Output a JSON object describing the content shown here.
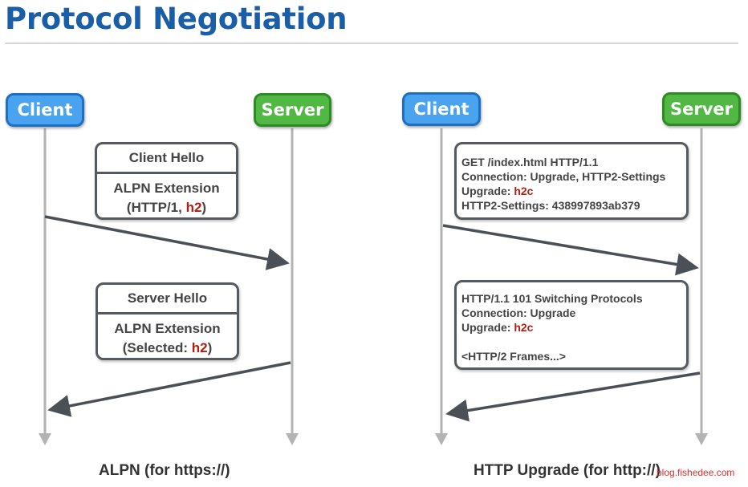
{
  "title": "Protocol Negotiation",
  "colors": {
    "title": "#1a5ea8",
    "client": "#4aa3ee",
    "server": "#52b844",
    "highlight": "#b02010",
    "arrow": "#4b5057",
    "lifeline": "#b3b3b3"
  },
  "alpn": {
    "client_label": "Client",
    "server_label": "Server",
    "client_hello": {
      "header": "Client Hello",
      "line1": "ALPN Extension",
      "line2_prefix": "(HTTP/1, ",
      "line2_highlight": "h2",
      "line2_suffix": ")"
    },
    "server_hello": {
      "header": "Server Hello",
      "line1": "ALPN Extension",
      "line2_prefix": "(Selected: ",
      "line2_highlight": "h2",
      "line2_suffix": ")"
    },
    "caption": "ALPN (for https://)"
  },
  "upgrade": {
    "client_label": "Client",
    "server_label": "Server",
    "request": {
      "line1": "GET /index.html HTTP/1.1",
      "line2": "Connection: Upgrade, HTTP2-Settings",
      "line3_prefix": "Upgrade: ",
      "line3_highlight": "h2c",
      "line4": "HTTP2-Settings: 438997893ab379"
    },
    "response": {
      "line1": "HTTP/1.1 101 Switching Protocols",
      "line2": "Connection: Upgrade",
      "line3_prefix": "Upgrade: ",
      "line3_highlight": "h2c",
      "line4": "<HTTP/2 Frames...>"
    },
    "caption": "HTTP Upgrade (for http://)"
  },
  "watermark": "blog.fishedee.com"
}
